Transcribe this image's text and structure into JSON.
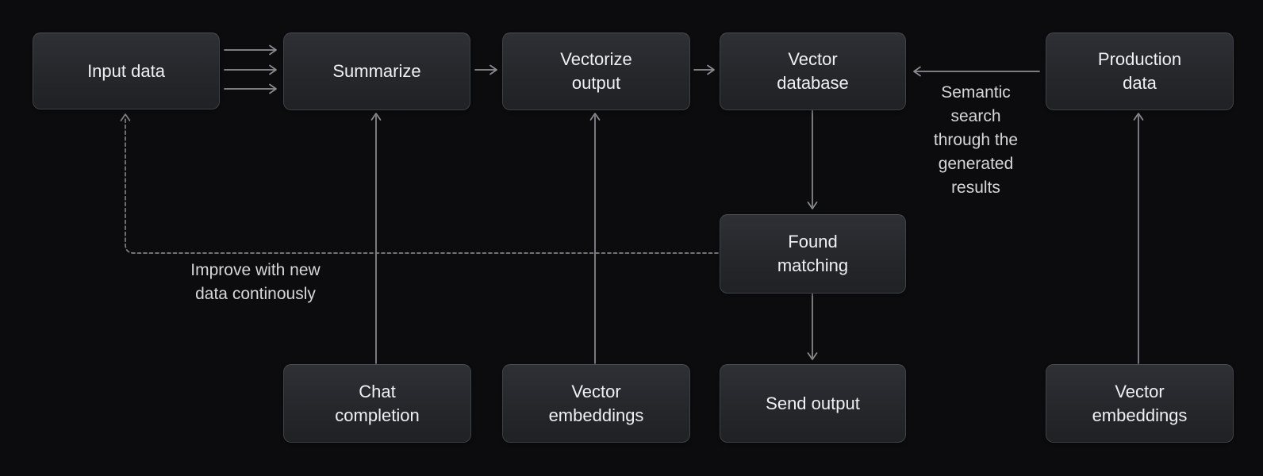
{
  "diagram": {
    "title": "RAG data pipeline flowchart",
    "nodes": {
      "input_data": {
        "label": "Input data"
      },
      "summarize": {
        "label": "Summarize"
      },
      "vectorize_output": {
        "label": "Vectorize\noutput"
      },
      "vector_database": {
        "label": "Vector\ndatabase"
      },
      "production_data": {
        "label": "Production\ndata"
      },
      "found_matching": {
        "label": "Found\nmatching"
      },
      "chat_completion": {
        "label": "Chat\ncompletion"
      },
      "vector_embeddings_left": {
        "label": "Vector\nembeddings"
      },
      "send_output": {
        "label": "Send output"
      },
      "vector_embeddings_right": {
        "label": "Vector\nembeddings"
      }
    },
    "annotations": {
      "semantic_search": {
        "text": "Semantic\nsearch\nthrough the\ngenerated\nresults"
      },
      "improve": {
        "text": "Improve with new\ndata continously"
      }
    },
    "edges": [
      {
        "from": "input_data",
        "to": "summarize",
        "style": "triple-solid"
      },
      {
        "from": "summarize",
        "to": "vectorize_output",
        "style": "solid"
      },
      {
        "from": "vectorize_output",
        "to": "vector_database",
        "style": "solid"
      },
      {
        "from": "production_data",
        "to": "vector_database",
        "style": "solid",
        "label": "semantic_search"
      },
      {
        "from": "vector_database",
        "to": "found_matching",
        "style": "solid"
      },
      {
        "from": "found_matching",
        "to": "send_output",
        "style": "solid"
      },
      {
        "from": "chat_completion",
        "to": "summarize",
        "style": "solid"
      },
      {
        "from": "vector_embeddings_left",
        "to": "vectorize_output",
        "style": "solid"
      },
      {
        "from": "vector_embeddings_right",
        "to": "production_data",
        "style": "solid"
      },
      {
        "from": "found_matching",
        "to": "input_data",
        "style": "dashed",
        "label": "improve"
      }
    ],
    "colors": {
      "background": "#0c0c0e",
      "node_fill_top": "#2e3035",
      "node_fill_bottom": "#1f2124",
      "node_border": "#3e4145",
      "node_text": "#eef0f1",
      "arrow": "#8b8d91",
      "dashed_arrow": "#7e8085",
      "annotation_text": "#d6d7d9"
    }
  }
}
